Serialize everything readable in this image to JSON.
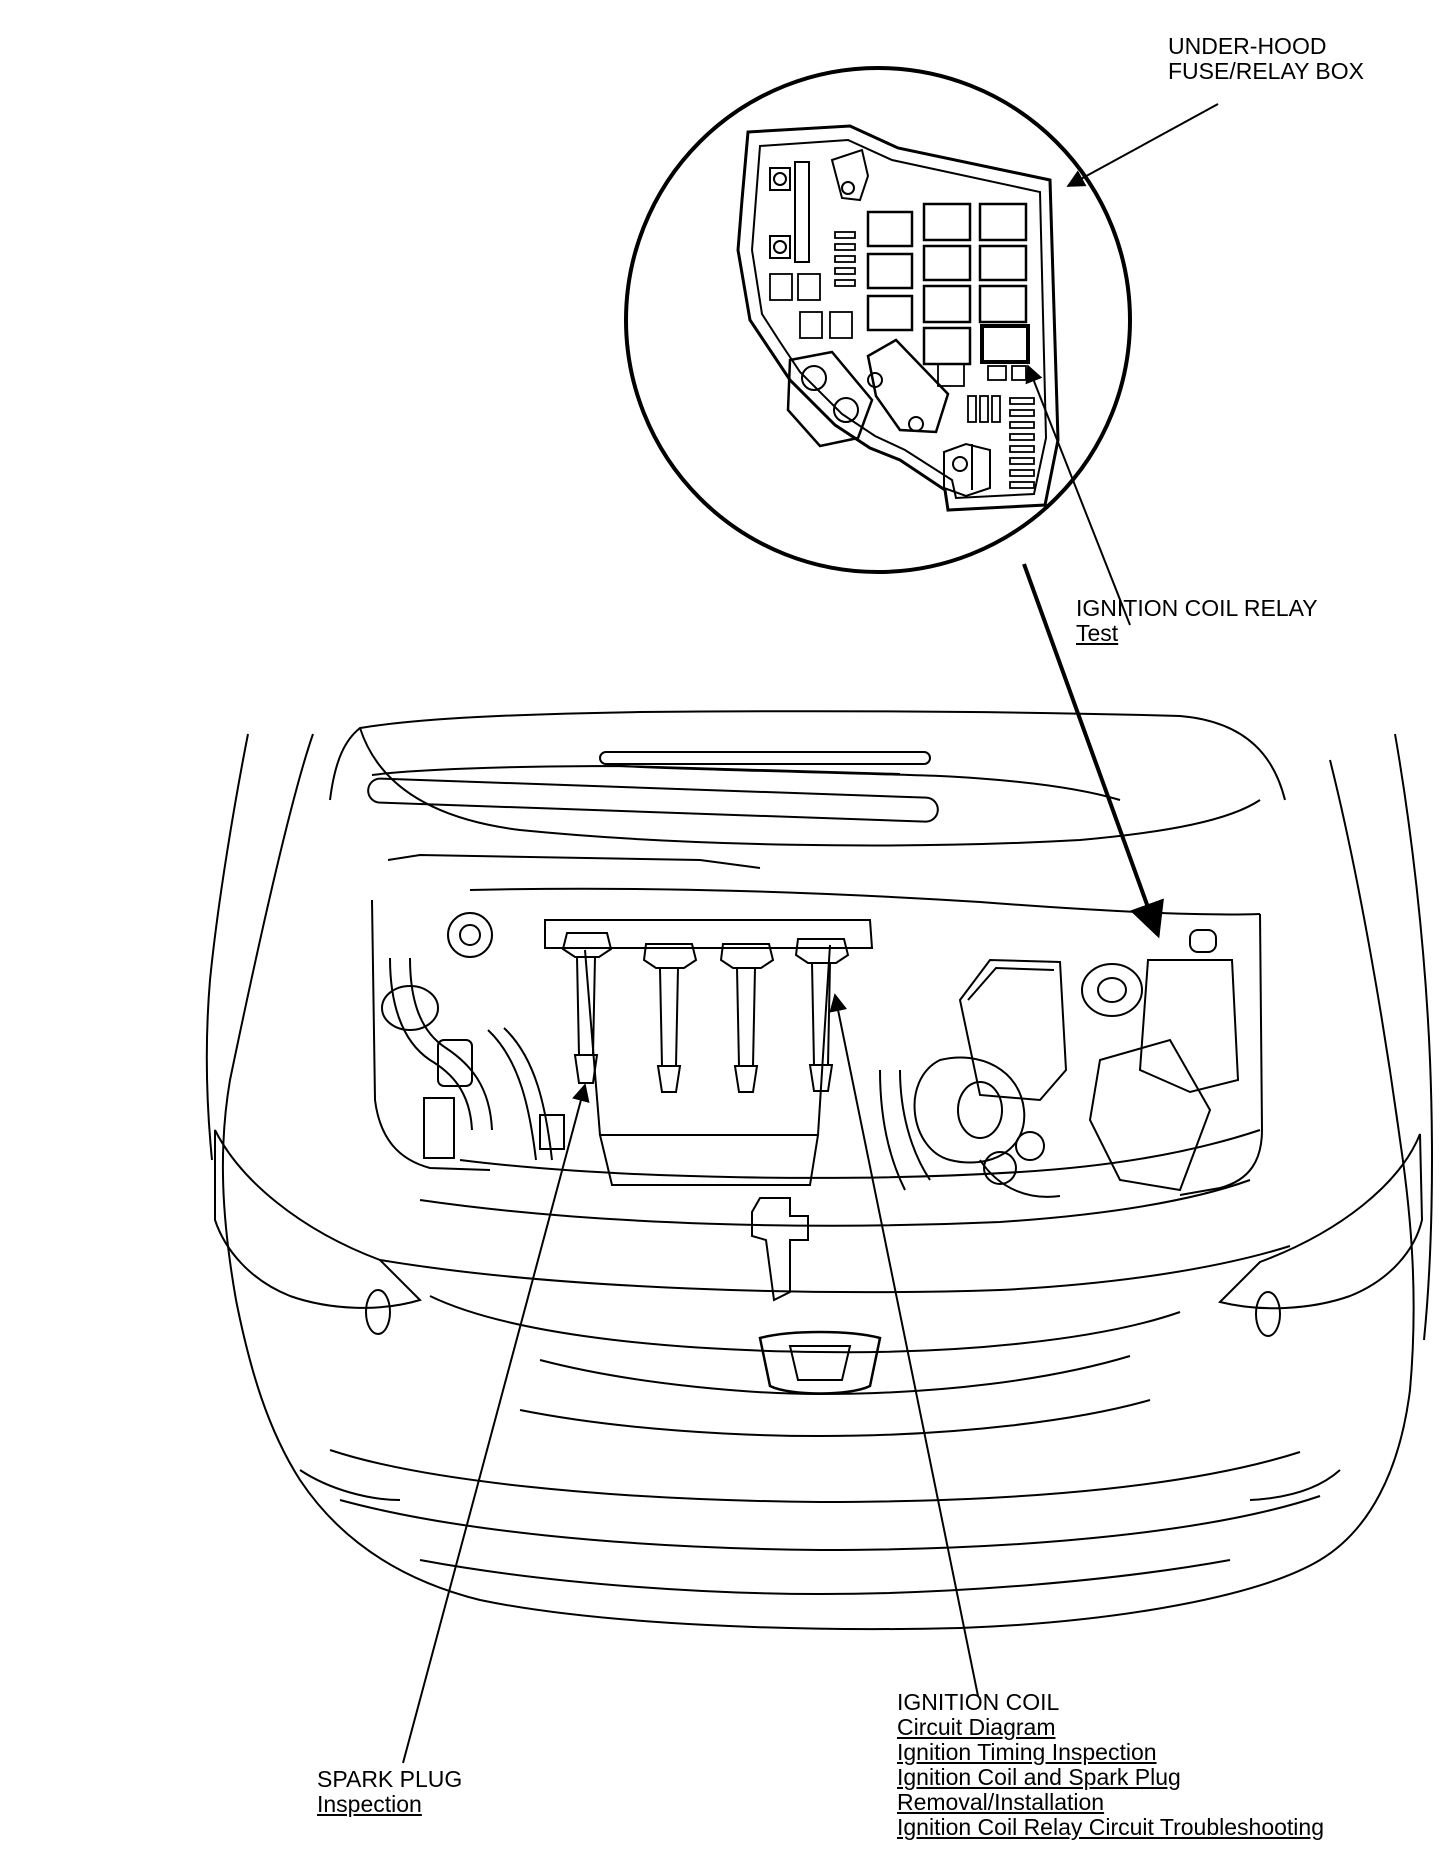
{
  "callouts": {
    "fuse_box": {
      "lines": [
        "UNDER-HOOD",
        "FUSE/RELAY BOX"
      ]
    },
    "relay": {
      "title": "IGNITION COIL RELAY",
      "links": [
        "Test"
      ]
    },
    "coil": {
      "title": "IGNITION COIL",
      "links": [
        "Circuit Diagram",
        "Ignition Timing Inspection",
        "Ignition Coil and Spark Plug",
        "Removal/Installation",
        "Ignition Coil Relay Circuit Troubleshooting"
      ]
    },
    "plug": {
      "title": "SPARK PLUG",
      "links": [
        "Inspection"
      ]
    }
  }
}
